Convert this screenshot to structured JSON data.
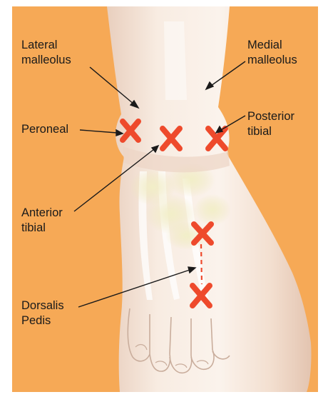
{
  "labels": {
    "lateral_malleolus": "Lateral\nmalleolus",
    "medial_malleolus": "Medial\nmalleolus",
    "peroneal": "Peroneal",
    "posterior_tibial": "Posterior\ntibial",
    "anterior_tibial": "Anterior\ntibial",
    "dorsalis_pedis": "Dorsalis\nPedis"
  },
  "colors": {
    "background": "#f6a956",
    "skin": "#f6e4d6",
    "marker": "#ee4a2c",
    "leader": "#1a1a1a",
    "dashed_line": "#ee4a2c"
  },
  "markers": [
    "x-mark",
    "x-mark",
    "x-mark",
    "x-mark",
    "x-mark"
  ]
}
